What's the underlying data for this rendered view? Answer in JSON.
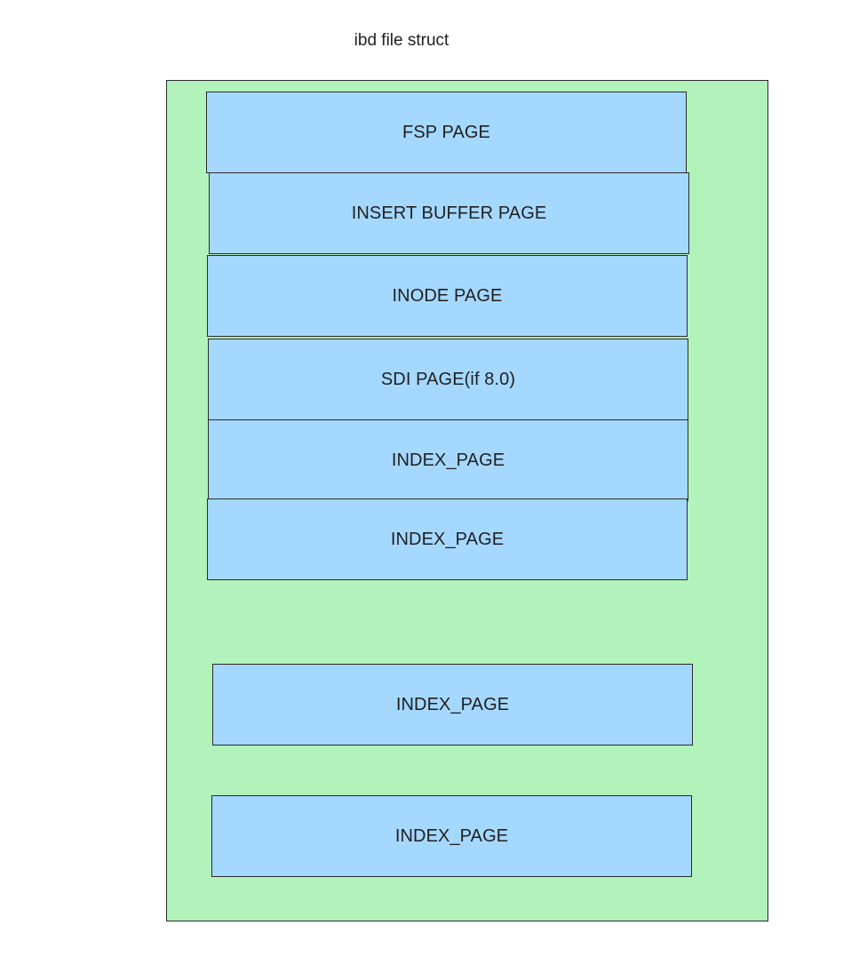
{
  "diagram": {
    "title": "ibd file struct",
    "colors": {
      "container_fill": "#b2f2bb",
      "page_fill": "#a5d8ff",
      "stroke": "#2b2b2b"
    },
    "pages": [
      {
        "label": "FSP PAGE"
      },
      {
        "label": "INSERT BUFFER PAGE"
      },
      {
        "label": "INODE PAGE"
      },
      {
        "label": "SDI PAGE(if 8.0)"
      },
      {
        "label": "INDEX_PAGE"
      },
      {
        "label": "INDEX_PAGE"
      },
      {
        "label": "INDEX_PAGE"
      },
      {
        "label": "INDEX_PAGE"
      }
    ]
  }
}
